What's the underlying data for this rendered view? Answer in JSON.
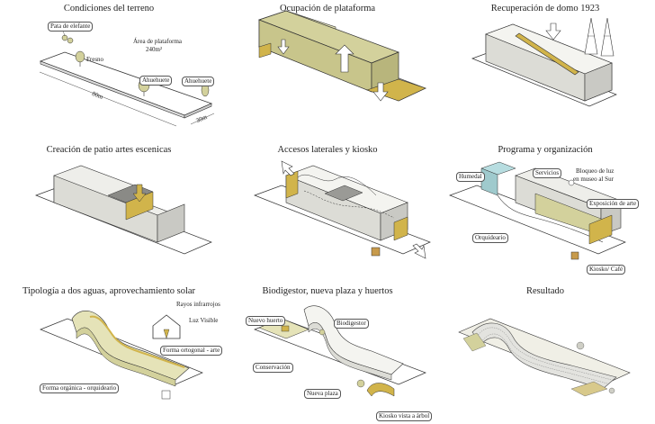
{
  "panels": [
    {
      "title": "Condiciones del terreno",
      "labels": {
        "pata": "Pata de elefante",
        "area": "Área de plataforma",
        "area2": "240m²",
        "fresno": "Fresno",
        "ahue1": "Ahuehuete",
        "ahue2": "Ahuehuete",
        "dim80": "80m",
        "dim30": "30m"
      }
    },
    {
      "title": "Ocupación de plataforma"
    },
    {
      "title": "Recuperación de domo 1923"
    },
    {
      "title": "Creación de patio artes escenicas"
    },
    {
      "title": "Accesos laterales y kiosko"
    },
    {
      "title": "Programa y organización",
      "labels": {
        "humedal": "Humedal",
        "servicios": "Servicios",
        "bloque1": "Bloqueo de luz",
        "bloque2": "en museo al Sur",
        "expo": "Exposición de arte",
        "orquid": "Orquideario",
        "kiosko": "Kiosko/ Café"
      }
    },
    {
      "title": "Tipología a dos aguas, aprovechamiento solar",
      "labels": {
        "rayos": "Rayos infrarrojos",
        "luz": "Luz Visible",
        "ortogonal": "Forma ortogonal - arte",
        "organica": "Forma orgánica - orquideario"
      }
    },
    {
      "title": "Biodigestor, nueva plaza y huertos",
      "labels": {
        "huerto": "Nuevo huerto",
        "bio": "Biodigestor",
        "conserv": "Conservación",
        "plaza": "Nueva plaza",
        "kiosko": "Kiosko vista a árbol"
      }
    },
    {
      "title": "Resultado"
    }
  ],
  "colors": {
    "site": "#ffffff",
    "block": "#eeeeea",
    "dark": "#c9c9c4",
    "olive": "#d3d19c",
    "oliveTop": "#e5e3b8",
    "gold": "#d1b44b",
    "teal": "#b7dde0",
    "outline": "#333333"
  }
}
